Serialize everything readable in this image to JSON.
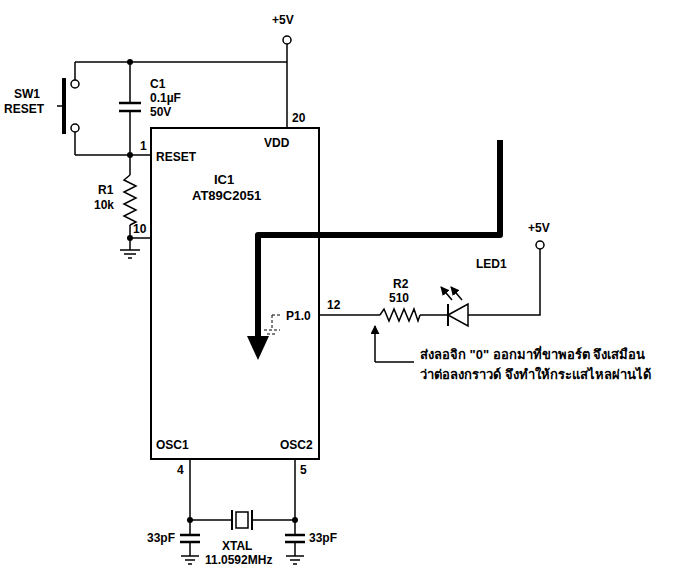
{
  "diagram": {
    "nodes": [
      {
        "text": [
          "IC1",
          "AT89C2051",
          "VDD",
          "RESET",
          "P1.0",
          "OSC1",
          "OSC2"
        ]
      }
    ],
    "labels": [
      "+5V",
      "SW1",
      "RESET",
      "C1",
      "0.1µF",
      "50V",
      "20",
      "1",
      "R1",
      "10k",
      "10",
      "12",
      "R2",
      "510",
      "LED1",
      "+5V",
      "ส่งลอจิก \"0\" ออกมาที่ขาพอร์ต จึงเสมือนว่าต่อลงกราวด์ จึงทำให้กระแสไหลผ่านได้",
      "4",
      "5",
      "33pF",
      "33pF",
      "XTAL",
      "11.0592MHz"
    ]
  }
}
